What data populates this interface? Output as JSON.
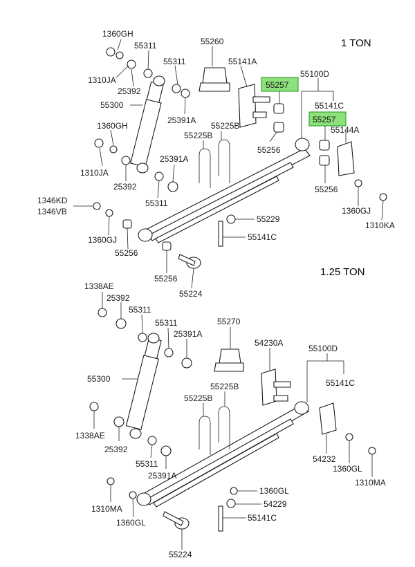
{
  "colors": {
    "highlight": "#8ee07a",
    "highlight_border": "#3aa33a",
    "ink": "#1a1a1a"
  },
  "sections": {
    "top": {
      "title": "1 TON",
      "labels": [
        "1360GH",
        "55311",
        "1310JA",
        "25392",
        "55300",
        "55260",
        "55311",
        "55141A",
        "25391A",
        "55257",
        "55100D",
        "55141C",
        "55257",
        "55144A",
        "1360GH",
        "1310JA",
        "25392",
        "55225B",
        "55225B",
        "25391A",
        "55311",
        "55256",
        "55256",
        "1346KD",
        "1346VB",
        "1360GJ",
        "55256",
        "55229",
        "55141C",
        "1360GJ",
        "1310KA",
        "55256",
        "55224"
      ]
    },
    "bottom": {
      "title": "1.25 TON",
      "labels": [
        "1338AE",
        "25392",
        "55311",
        "55311",
        "25391A",
        "55270",
        "54230A",
        "55100D",
        "55300",
        "55141C",
        "55225B",
        "55225B",
        "1338AE",
        "25392",
        "55311",
        "25391A",
        "54232",
        "1360GL",
        "1310MA",
        "1360GL",
        "54229",
        "1310MA",
        "1360GL",
        "55141C",
        "55224"
      ]
    }
  },
  "highlighted_part": "55257"
}
